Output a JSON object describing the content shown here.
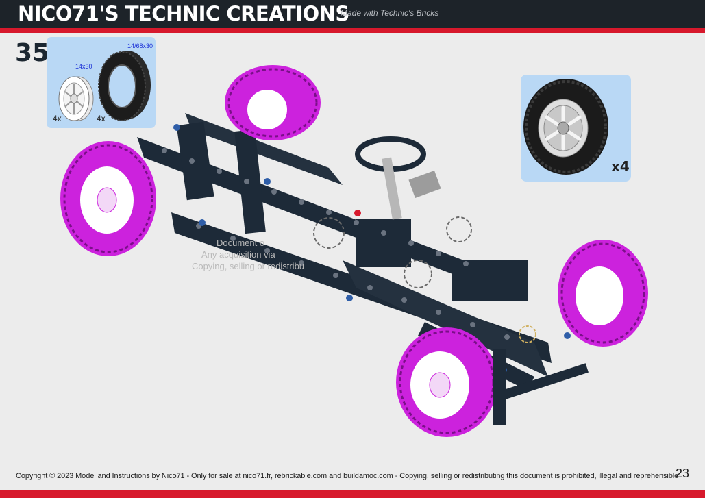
{
  "header": {
    "title": "NICO71'S TECHNIC CREATIONS",
    "subtitle": "Made with Technic's Bricks"
  },
  "step": {
    "number": "35"
  },
  "parts_list": {
    "items": [
      {
        "part": "rim",
        "label": "14x30",
        "quantity": "4x",
        "color": "#ffffff"
      },
      {
        "part": "tire",
        "label": "14/68x30",
        "quantity": "4x",
        "color": "#222222"
      }
    ]
  },
  "callout": {
    "quantity": "x4",
    "icon": "wheel-icon"
  },
  "watermark": {
    "lines": [
      "Document o",
      "Any acquisition via",
      "Copying, selling or redistribu"
    ]
  },
  "footer": {
    "copyright": "Copyright © 2023 Model and Instructions by Nico71 - Only for sale at nico71.fr, rebrickable.com and buildamoc.com - Copying, selling or redistributing this document is prohibited, illegal and reprehensible",
    "page_number": "23"
  },
  "colors": {
    "header_bg": "#1d2329",
    "accent_red": "#d7192c",
    "callout_bg": "#b9d8f5",
    "highlight_magenta": "#cc22dd",
    "frame_dark": "#1d2a38"
  }
}
